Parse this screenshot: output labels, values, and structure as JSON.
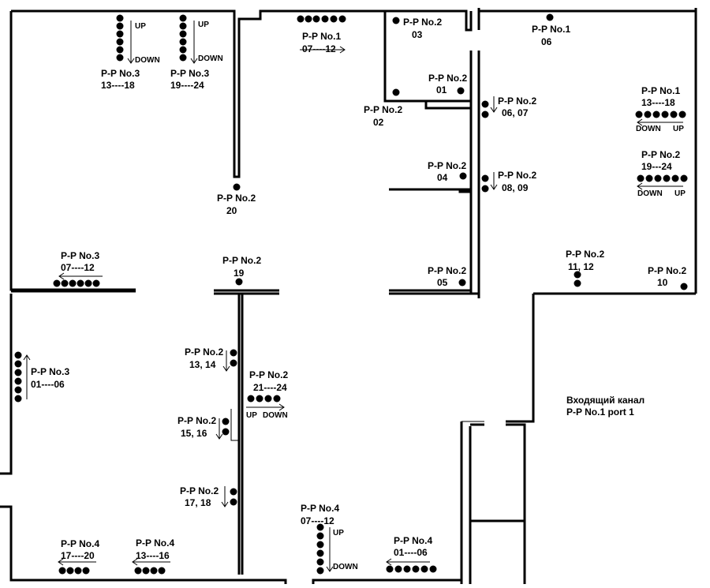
{
  "labels": {
    "pp3_1318": {
      "name": "P-P No.3",
      "ports": "13----18"
    },
    "pp3_1924": {
      "name": "P-P No.3",
      "ports": "19----24"
    },
    "pp1_0712": {
      "name": "P-P No.1",
      "ports": "07----12"
    },
    "pp2_03": {
      "name": "P-P No.2",
      "ports": "03"
    },
    "pp1_06": {
      "name": "P-P No.1",
      "ports": "06"
    },
    "pp2_01": {
      "name": "P-P No.2",
      "ports": "01"
    },
    "pp2_02": {
      "name": "P-P No.2",
      "ports": "02"
    },
    "pp2_0607": {
      "name": "P-P No.2",
      "ports": "06, 07"
    },
    "pp1_1318": {
      "name": "P-P No.1",
      "ports": "13----18"
    },
    "pp2_1924": {
      "name": "P-P No.2",
      "ports": "19---24"
    },
    "pp2_04": {
      "name": "P-P No.2",
      "ports": "04"
    },
    "pp2_0809": {
      "name": "P-P No.2",
      "ports": "08, 09"
    },
    "pp2_20": {
      "name": "P-P No.2",
      "ports": "20"
    },
    "pp3_0712": {
      "name": "P-P No.3",
      "ports": "07----12"
    },
    "pp2_19": {
      "name": "P-P No.2",
      "ports": "19"
    },
    "pp2_05": {
      "name": "P-P No.2",
      "ports": "05"
    },
    "pp2_1112": {
      "name": "P-P No.2",
      "ports": "11, 12"
    },
    "pp2_10": {
      "name": "P-P No.2",
      "ports": "10"
    },
    "pp2_1314": {
      "name": "P-P No.2",
      "ports": "13, 14"
    },
    "pp3_0106": {
      "name": "P-P No.3",
      "ports": "01----06"
    },
    "pp2_2124": {
      "name": "P-P No.2",
      "ports": "21----24"
    },
    "pp2_1516": {
      "name": "P-P No.2",
      "ports": "15, 16"
    },
    "pp2_1718": {
      "name": "P-P No.2",
      "ports": "17, 18"
    },
    "pp4_0712": {
      "name": "P-P No.4",
      "ports": "07----12"
    },
    "pp4_0106": {
      "name": "P-P No.4",
      "ports": "01----06"
    },
    "pp4_1720": {
      "name": "P-P No.4",
      "ports": "17----20"
    },
    "pp4_1316": {
      "name": "P-P No.4",
      "ports": "13----16"
    }
  },
  "direction": {
    "up": "UP",
    "down": "DOWN"
  },
  "incoming": {
    "line1": "Входящий канал",
    "line2": "P-P No.1 port 1"
  }
}
